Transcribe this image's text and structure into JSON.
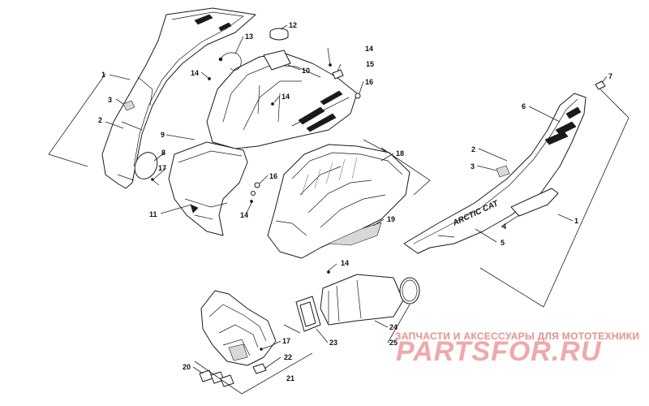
{
  "callouts": [
    {
      "id": "c1a",
      "text": "1"
    },
    {
      "id": "c1b",
      "text": "1"
    },
    {
      "id": "c2a",
      "text": "2"
    },
    {
      "id": "c2b",
      "text": "2"
    },
    {
      "id": "c3a",
      "text": "3"
    },
    {
      "id": "c3b",
      "text": "3"
    },
    {
      "id": "c4",
      "text": "4"
    },
    {
      "id": "c5",
      "text": "5"
    },
    {
      "id": "c6",
      "text": "6"
    },
    {
      "id": "c7",
      "text": "7"
    },
    {
      "id": "c8",
      "text": "8"
    },
    {
      "id": "c9",
      "text": "9"
    },
    {
      "id": "c10",
      "text": "10"
    },
    {
      "id": "c11",
      "text": "11"
    },
    {
      "id": "c12",
      "text": "12"
    },
    {
      "id": "c13",
      "text": "13"
    },
    {
      "id": "c14a",
      "text": "14"
    },
    {
      "id": "c14b",
      "text": "14"
    },
    {
      "id": "c14c",
      "text": "14"
    },
    {
      "id": "c14d",
      "text": "14"
    },
    {
      "id": "c14e",
      "text": "14"
    },
    {
      "id": "c15",
      "text": "15"
    },
    {
      "id": "c16a",
      "text": "16"
    },
    {
      "id": "c16b",
      "text": "16"
    },
    {
      "id": "c17a",
      "text": "17"
    },
    {
      "id": "c17b",
      "text": "17"
    },
    {
      "id": "c18",
      "text": "18"
    },
    {
      "id": "c19",
      "text": "19"
    },
    {
      "id": "c20",
      "text": "20"
    },
    {
      "id": "c21",
      "text": "21"
    },
    {
      "id": "c22",
      "text": "22"
    },
    {
      "id": "c23",
      "text": "23"
    },
    {
      "id": "c24",
      "text": "24"
    },
    {
      "id": "c25",
      "text": "25"
    }
  ],
  "decal_text": "ARCTIC CAT",
  "watermark": {
    "subtitle": "ЗАПЧАСТИ И АКСЕССУАРЫ ДЛЯ МОТОТЕХНИКИ",
    "logo_text": "PARTSFOR.RU"
  },
  "colors": {
    "ink": "#1a1a1a",
    "watermark": "#f2a8a8"
  }
}
